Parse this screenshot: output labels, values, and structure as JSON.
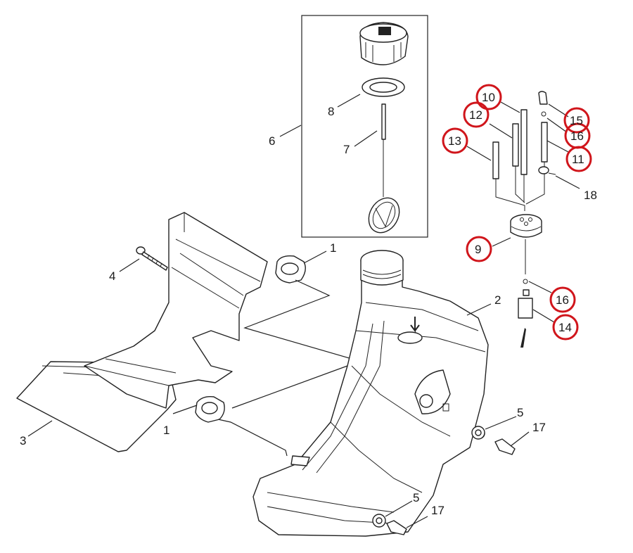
{
  "callouts": {
    "c1a": "1",
    "c1b": "1",
    "c2": "2",
    "c3": "3",
    "c4": "4",
    "c5a": "5",
    "c5b": "5",
    "c6": "6",
    "c7": "7",
    "c8": "8",
    "c9": "9",
    "c10": "10",
    "c11": "11",
    "c12": "12",
    "c13": "13",
    "c14": "14",
    "c15": "15",
    "c16a": "16",
    "c16b": "16",
    "c17a": "17",
    "c17b": "17",
    "c18": "18"
  },
  "highlighted_callouts": [
    "9",
    "10",
    "11",
    "12",
    "13",
    "14",
    "15",
    "16"
  ],
  "colors": {
    "line": "#222222",
    "highlight": "#d0151b",
    "background": "#ffffff"
  }
}
